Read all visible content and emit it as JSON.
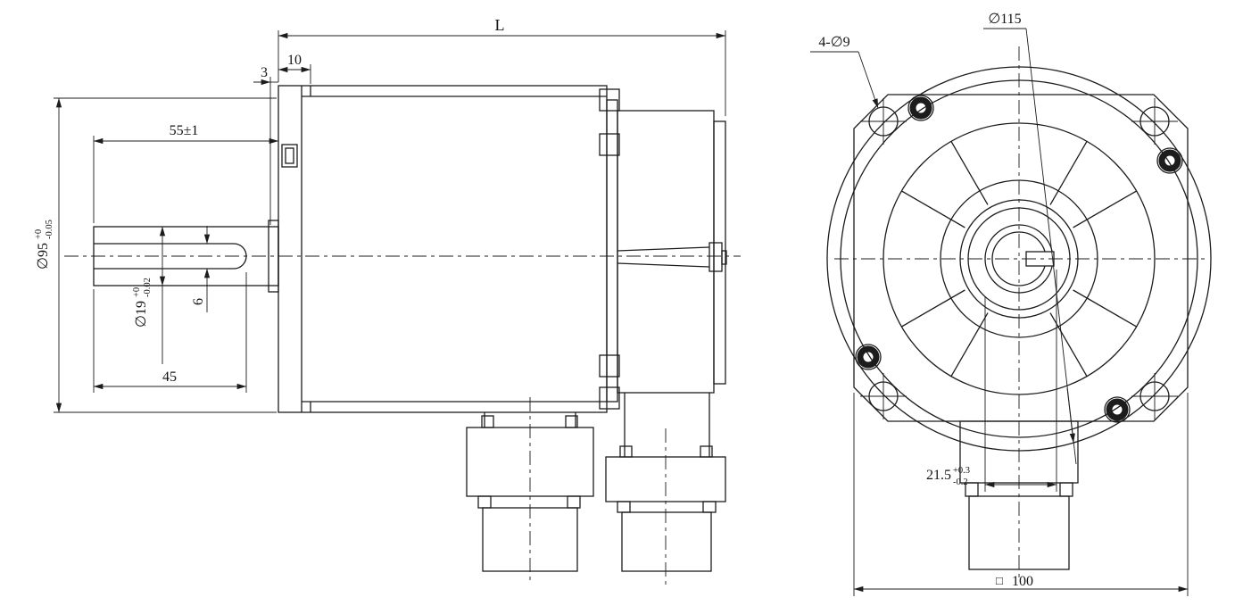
{
  "colors": {
    "background": "#ffffff",
    "line": "#1c1c1c"
  },
  "side_view": {
    "dims": {
      "overall_length": "L",
      "pilot_depth": "10",
      "flange_gap": "3",
      "shaft_length": "55±1",
      "flange_pilot_dia": {
        "base": "∅95",
        "sup": "+0",
        "sub": "-0.05"
      },
      "shaft_dia": {
        "base": "∅19",
        "sup": "+0",
        "sub": "-0.02"
      },
      "keyway_width": "6",
      "keyway_length": "45"
    }
  },
  "front_view": {
    "dims": {
      "mounting_holes": "4-∅9",
      "flange_od": "∅115",
      "keyway_height": {
        "base": "21.5",
        "sup": "+0.3",
        "sub": "-0.2"
      },
      "flange_square": {
        "symbol": "□",
        "value": "100"
      }
    }
  }
}
